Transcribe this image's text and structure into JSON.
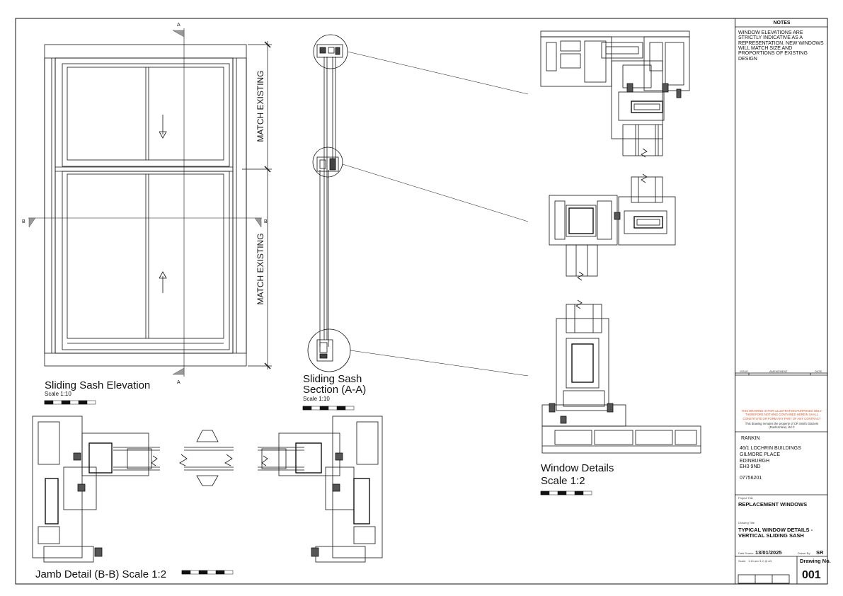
{
  "drawing": {
    "section_marks": {
      "top": "A",
      "bottom": "A",
      "left": "B",
      "right": "B"
    },
    "dims": {
      "upper": "MATCH EXISTING",
      "lower": "MATCH EXISTING"
    },
    "elevation_title": "Sliding Sash Elevation",
    "elevation_scale": "Scale 1:10",
    "section_title_line1": "Sliding Sash",
    "section_title_line2": "Section (A-A)",
    "section_scale": "Scale 1:10",
    "jamb_title": "Jamb Detail (B-B) Scale 1:2",
    "details_title": "Window Details",
    "details_scale": "Scale 1:2"
  },
  "title_block": {
    "notes_heading": "NOTES",
    "notes_text": "WINDOW ELEVATIONS ARE STRICTLY INDICATIVE AS A REPRESENTATION. NEW WINDOWS WILL MATCH SIZE AND PROPORTIONS OF EXISTING DESIGN",
    "rev_cols": [
      "ISSUE",
      "AMENDMENT",
      "DATE"
    ],
    "disclaimer": "THIS DRAWING IS FOR ILLUSTRATION PURPOSES ONLY. THEREFORE NOTHING CONTAINED HEREIN SHALL CONSTITUTE OR FORM ANY PART OF ANY CONTRACT",
    "property": "This drawing remains the property of CR Smith Glaziers (Dunfermline) Ltd ©",
    "client_name": "RANKIN",
    "client_address": "46/1 LOCHRIN BUILDINGS\nGILMORE PLACE\nEDINBURGH\nEH3 9ND",
    "client_phone": "07756201",
    "project_title_label": "Project Title",
    "project_title": "REPLACEMENT WINDOWS",
    "drawing_title_label": "Drawing Title",
    "drawing_title": "TYPICAL WINDOW DETAILS -\nVERTICAL SLIDING SASH",
    "date_label": "Date Drawn:",
    "date_value": "13/01/2025",
    "drawn_by_label": "Drawn By:",
    "drawn_by_value": "SR",
    "scale_label": "Scale:",
    "scale_value": "1:10 and 1:2 @ A3",
    "drawing_no_label": "Drawing No.",
    "drawing_no_value": "001"
  }
}
